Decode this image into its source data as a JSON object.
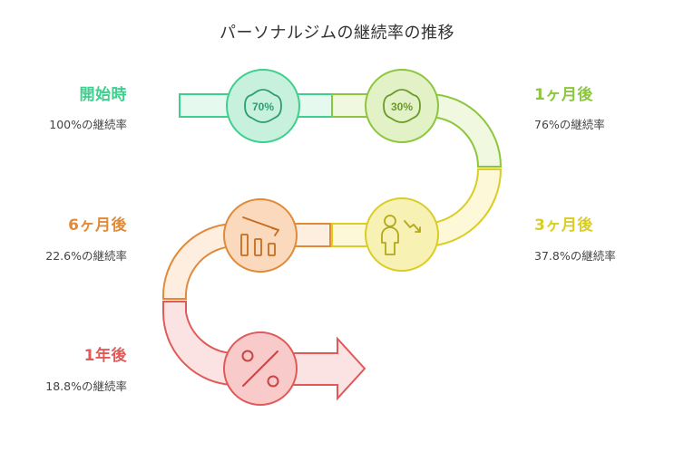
{
  "title": "パーソナルジムの継続率の推移",
  "stages": [
    {
      "name": "開始時",
      "desc": "100%の継続率",
      "badge": "70%",
      "color": "#3ecf8e"
    },
    {
      "name": "1ヶ月後",
      "desc": "76%の継続率",
      "badge": "30%",
      "color": "#8cc63e"
    },
    {
      "name": "3ヶ月後",
      "desc": "37.8%の継続率",
      "color": "#d9cd26"
    },
    {
      "name": "6ヶ月後",
      "desc": "22.6%の継続率",
      "color": "#e08a3a"
    },
    {
      "name": "1年後",
      "desc": "18.8%の継続率",
      "color": "#e05a5a"
    }
  ],
  "icons": {
    "stage1": "badge-70-icon",
    "stage2": "badge-30-icon",
    "stage3": "person-decline-icon",
    "stage4": "bar-chart-decline-icon",
    "stage5": "percent-icon"
  }
}
